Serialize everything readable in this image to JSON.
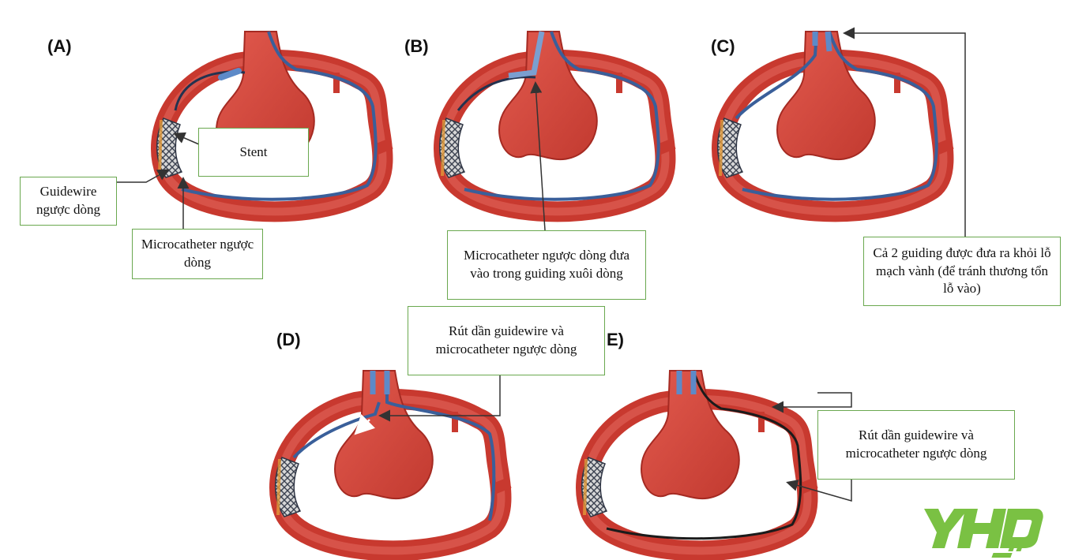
{
  "panels": [
    {
      "id": "A",
      "label": "(A)"
    },
    {
      "id": "B",
      "label": "(B)"
    },
    {
      "id": "C",
      "label": "(C)"
    },
    {
      "id": "D",
      "label": "(D)"
    },
    {
      "id": "E",
      "label": "E)"
    }
  ],
  "callouts": {
    "stent": "Stent",
    "guidewire": "Guidewire ngược dòng",
    "microcatheter_a": "Microcatheter ngược dòng",
    "microcatheter_b": "Microcatheter ngược dòng đưa vào trong guiding xuôi dòng",
    "guiding_c": "Cả 2 guiding được đưa ra khỏi lỗ mạch vành (để tránh thương tổn lỗ vào)",
    "withdraw_d": "Rút dần guidewire và microcatheter ngược dòng",
    "withdraw_e": "Rút dần guidewire và microcatheter ngược dòng"
  },
  "colors": {
    "vessel": "#d9433a",
    "vessel_dark": "#a52a22",
    "vessel_light": "#e8776d",
    "wire": "#3a5f9a",
    "callout_border": "#6aa84f",
    "logo": "#7ac143"
  },
  "logo": {
    "text": "YHD"
  }
}
